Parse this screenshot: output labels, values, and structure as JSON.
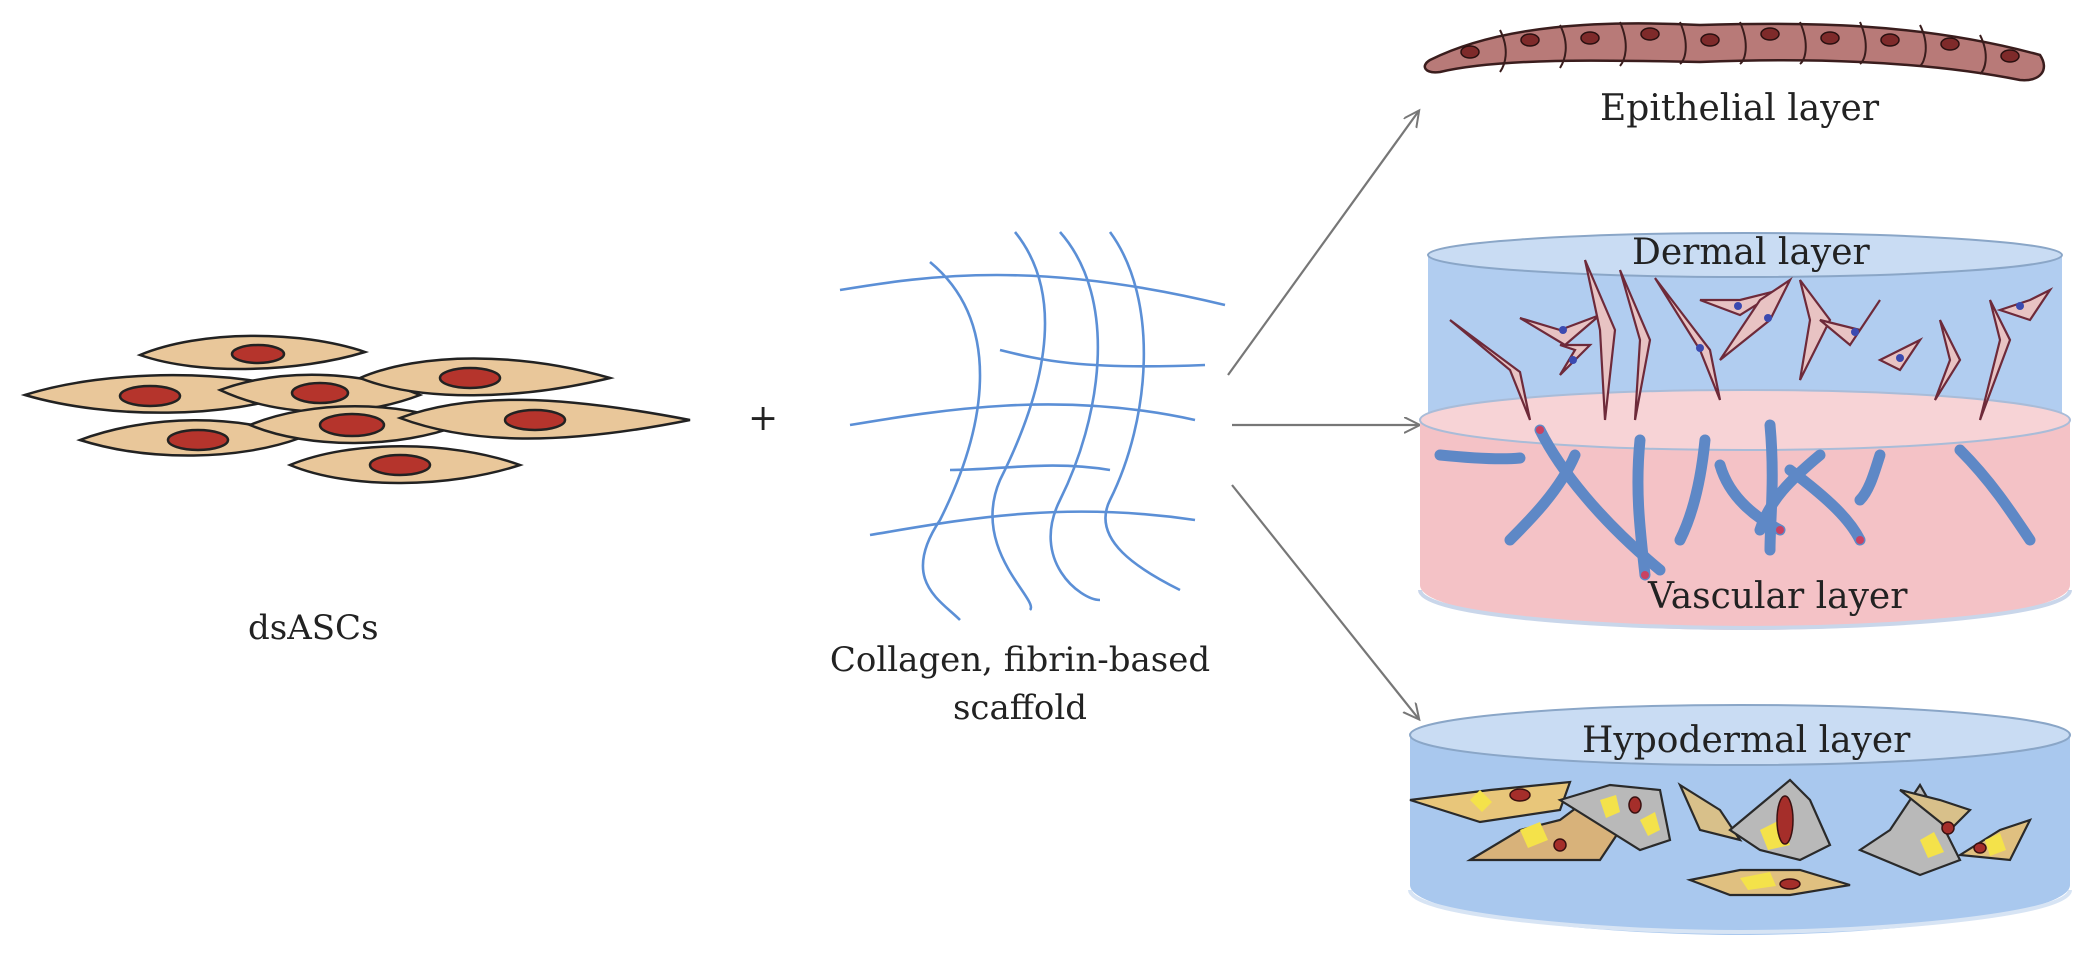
{
  "labels": {
    "cells": "dsASCs",
    "plus": "+",
    "scaffold": "Collagen, fibrin-based scaffold",
    "epithelial": "Epithelial layer",
    "dermal": "Dermal layer",
    "vascular": "Vascular layer",
    "hypodermal": "Hypodermal layer"
  },
  "colors": {
    "cell_body": "#e9c79a",
    "cell_nucleus": "#b5342c",
    "fiber": "#5b8fd6",
    "dish_blue": "#a9c8ee",
    "dish_pink": "#f4c2c6",
    "epithelial_cell": "#b87a78",
    "adipocyte_yellow": "#f4e24a",
    "adipocyte_gray": "#b9b9b9",
    "arrow": "#777777"
  }
}
